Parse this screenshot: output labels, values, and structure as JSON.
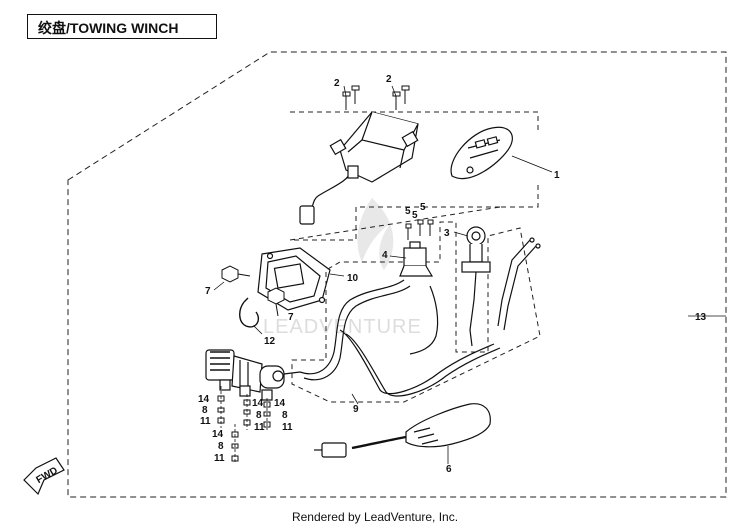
{
  "header": {
    "title": "绞盘/TOWING WINCH"
  },
  "watermark": {
    "text": "LEADVENTURE"
  },
  "footer": {
    "text": "Rendered by LeadVenture, Inc."
  },
  "direction": {
    "label": "FWD"
  },
  "callouts": {
    "c1": "1",
    "c2a": "2",
    "c2b": "2",
    "c3": "3",
    "c4": "4",
    "c5a": "5",
    "c5b": "5",
    "c5c": "5",
    "c6": "6",
    "c7a": "7",
    "c7b": "7",
    "c8a": "8",
    "c8b": "8",
    "c8c": "8",
    "c8d": "8",
    "c9": "9",
    "c10": "10",
    "c11a": "11",
    "c11b": "11",
    "c11c": "11",
    "c11d": "11",
    "c12": "12",
    "c13": "13",
    "c14a": "14",
    "c14b": "14",
    "c14c": "14",
    "c14d": "14"
  },
  "colors": {
    "line": "#111111",
    "dashed": "#222222",
    "watermark": "#cfcfcf"
  }
}
